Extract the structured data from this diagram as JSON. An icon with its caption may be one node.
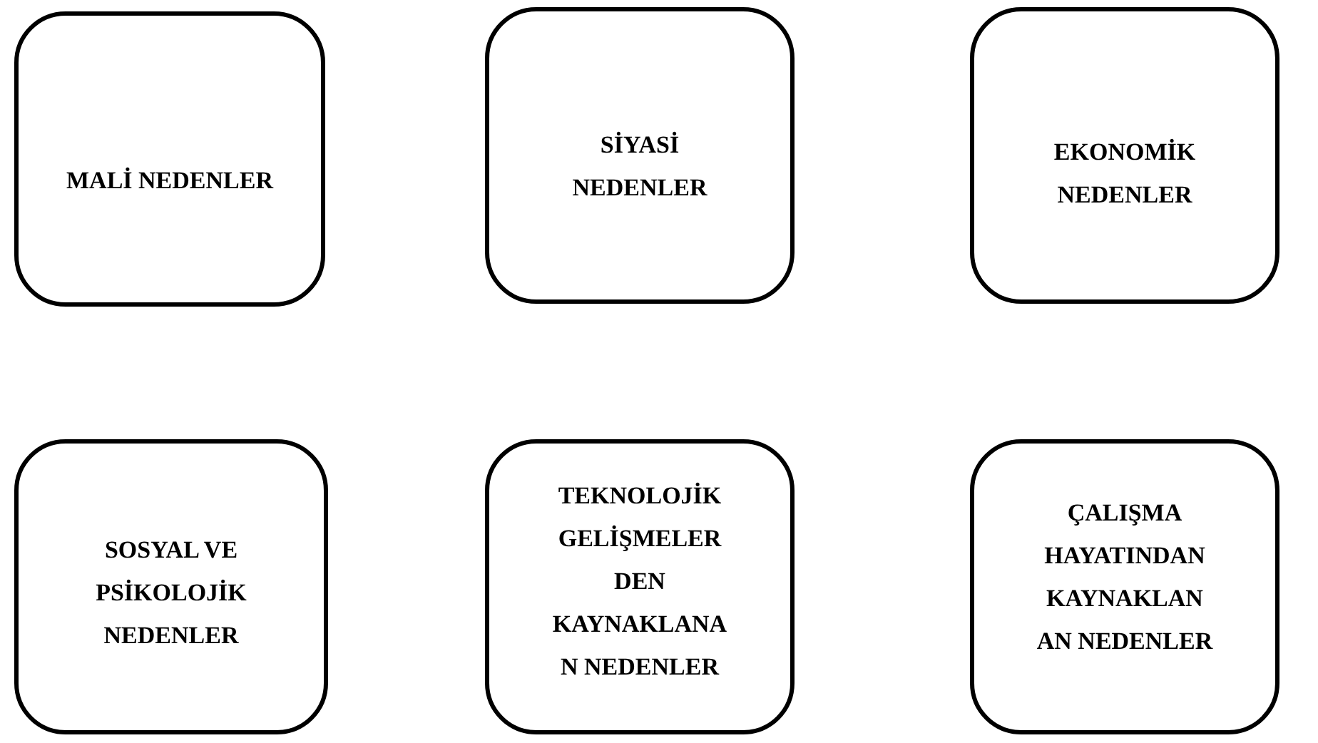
{
  "diagram": {
    "nodes": [
      {
        "text": [
          "MALİ NEDENLER"
        ]
      },
      {
        "text": [
          "SİYASİ NEDENLER"
        ]
      },
      {
        "text": [
          "EKONOMİK NEDENLER"
        ]
      },
      {
        "text": [
          "SOSYAL VE PSİKOLOJİK NEDENLER"
        ]
      },
      {
        "text": [
          "TEKNOLOJİK GELİŞMELER DEN KAYNAKLANA N NEDENLER"
        ]
      },
      {
        "text": [
          "ÇALIŞMA HAYATINDAN KAYNAKLAN AN NEDENLER"
        ]
      }
    ]
  }
}
